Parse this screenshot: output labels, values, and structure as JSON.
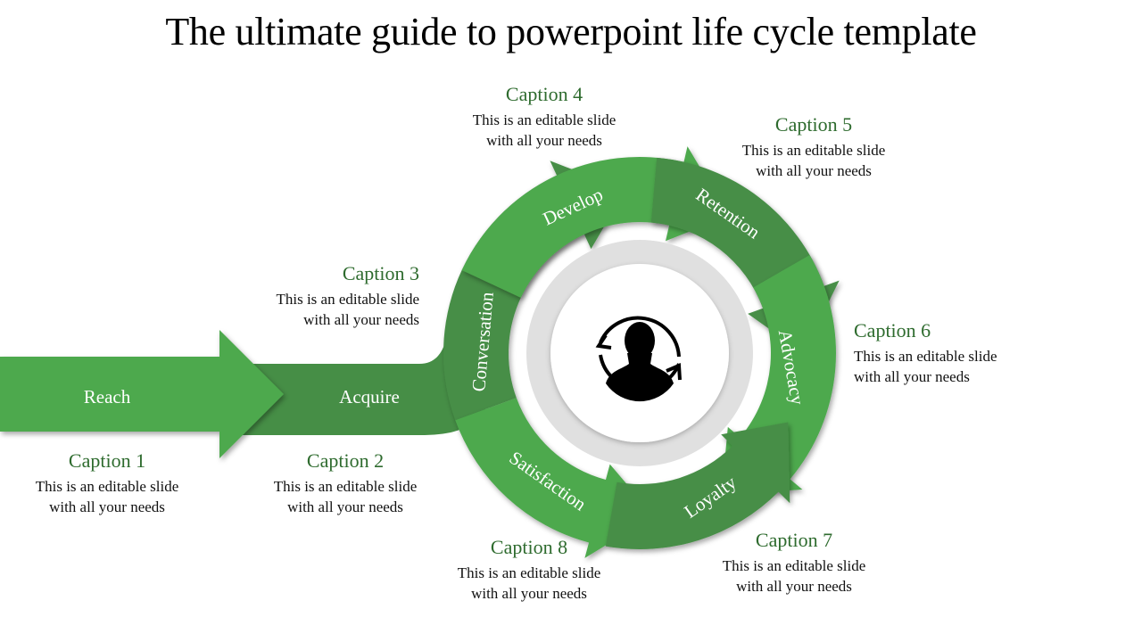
{
  "title": "The ultimate guide to powerpoint life cycle template",
  "colors": {
    "light_green": "#4ea94e",
    "dark_green": "#468e46",
    "caption_green": "#2e6b2e",
    "ring_gray": "#e0e0e0"
  },
  "center_icon": "user-cycle-icon",
  "stages": [
    {
      "label": "Reach",
      "caption": "Caption 1",
      "text_line1": "This is an editable slide",
      "text_line2": "with all your needs"
    },
    {
      "label": "Acquire",
      "caption": "Caption 2",
      "text_line1": "This is an editable slide",
      "text_line2": "with all your needs"
    },
    {
      "label": "Conversation",
      "caption": "Caption 3",
      "text_line1": "This is an editable slide",
      "text_line2": "with all your needs"
    },
    {
      "label": "Develop",
      "caption": "Caption 4",
      "text_line1": "This is an editable slide",
      "text_line2": "with all your needs"
    },
    {
      "label": "Retention",
      "caption": "Caption 5",
      "text_line1": "This is an editable slide",
      "text_line2": "with all your needs"
    },
    {
      "label": "Advocacy",
      "caption": "Caption 6",
      "text_line1": "This is an editable slide",
      "text_line2": "with all your needs"
    },
    {
      "label": "Loyalty",
      "caption": "Caption 7",
      "text_line1": "This is an editable slide",
      "text_line2": "with all your needs"
    },
    {
      "label": "Satisfaction",
      "caption": "Caption 8",
      "text_line1": "This is an editable slide",
      "text_line2": "with all your needs"
    }
  ]
}
